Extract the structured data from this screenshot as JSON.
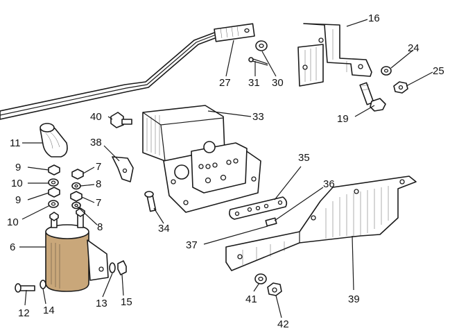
{
  "callouts": {
    "c16": "16",
    "c24": "24",
    "c25": "25",
    "c27": "27",
    "c30": "30",
    "c31": "31",
    "c19": "19",
    "c40": "40",
    "c33": "33",
    "c11": "11",
    "c38": "38",
    "c9a": "9",
    "c7a": "7",
    "c10a": "10",
    "c8a": "8",
    "c9b": "9",
    "c7b": "7",
    "c10b": "10",
    "c8b": "8",
    "c35": "35",
    "c36": "36",
    "c34": "34",
    "c6": "6",
    "c37": "37",
    "c39": "39",
    "c12": "12",
    "c14": "14",
    "c13": "13",
    "c15": "15",
    "c41": "41",
    "c42": "42"
  },
  "colors": {
    "ink": "#1a1a1a",
    "solenoid_tan": "#c9a77a"
  }
}
